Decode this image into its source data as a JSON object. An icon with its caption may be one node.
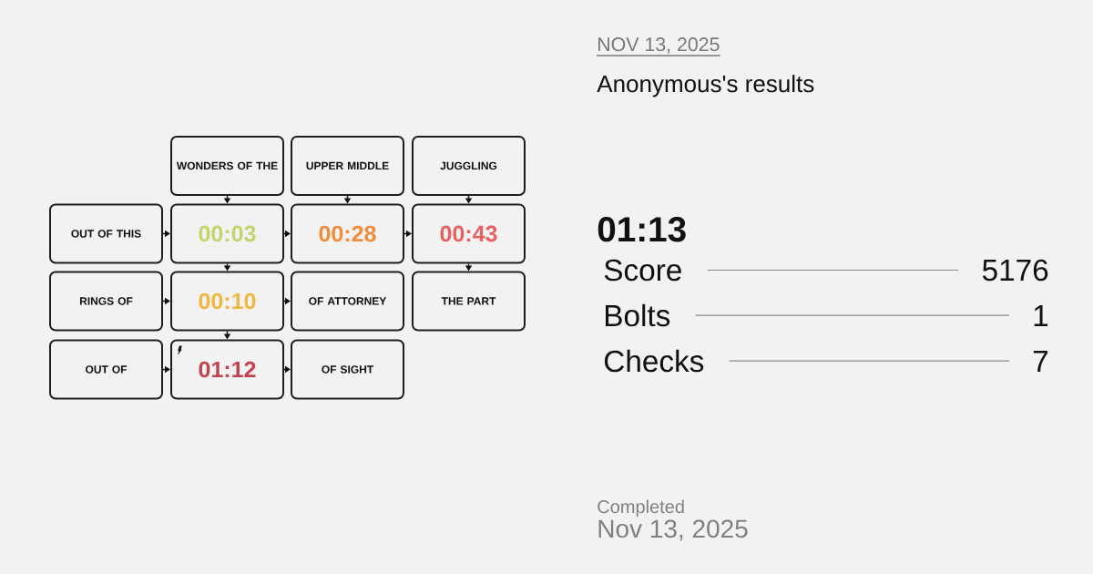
{
  "diagram": {
    "nodes": [
      {
        "text": [
          "WONDERS OF THE"
        ]
      },
      {
        "text": [
          "UPPER MIDDLE"
        ]
      },
      {
        "text": [
          "JUGGLING"
        ]
      },
      {
        "text": [
          "OUT OF THIS"
        ]
      },
      {
        "text": [
          "00:03"
        ]
      },
      {
        "text": [
          "00:28"
        ]
      },
      {
        "text": [
          "00:43"
        ]
      },
      {
        "text": [
          "RINGS OF"
        ]
      },
      {
        "text": [
          "00:10"
        ]
      },
      {
        "text": [
          "OF ATTORNEY"
        ]
      },
      {
        "text": [
          "THE PART"
        ]
      },
      {
        "text": [
          "OUT OF"
        ]
      },
      {
        "text": [
          "01:12"
        ]
      },
      {
        "text": [
          "OF SIGHT"
        ]
      }
    ],
    "edges": [
      {
        "from": 0,
        "to": 4,
        "arrow": "to"
      },
      {
        "from": 1,
        "to": 5,
        "arrow": "to"
      },
      {
        "from": 2,
        "to": 6,
        "arrow": "to"
      },
      {
        "from": 3,
        "to": 4,
        "arrow": "to"
      },
      {
        "from": 4,
        "to": 5,
        "arrow": "to"
      },
      {
        "from": 5,
        "to": 6,
        "arrow": "to"
      },
      {
        "from": 4,
        "to": 8,
        "arrow": "to"
      },
      {
        "from": 6,
        "to": 10,
        "arrow": "to"
      },
      {
        "from": 7,
        "to": 8,
        "arrow": "to"
      },
      {
        "from": 8,
        "to": 9,
        "arrow": "to"
      },
      {
        "from": 8,
        "to": 12,
        "arrow": "to"
      },
      {
        "from": 11,
        "to": 12,
        "arrow": "to"
      },
      {
        "from": 12,
        "to": 13,
        "arrow": "to"
      }
    ],
    "labels": [
      "NOV 13, 2025",
      "Anonymous's results",
      "01:13",
      "Score",
      "5176",
      "Bolts",
      "1",
      "Checks",
      "7",
      "Completed",
      "Nov 13, 2025"
    ]
  }
}
